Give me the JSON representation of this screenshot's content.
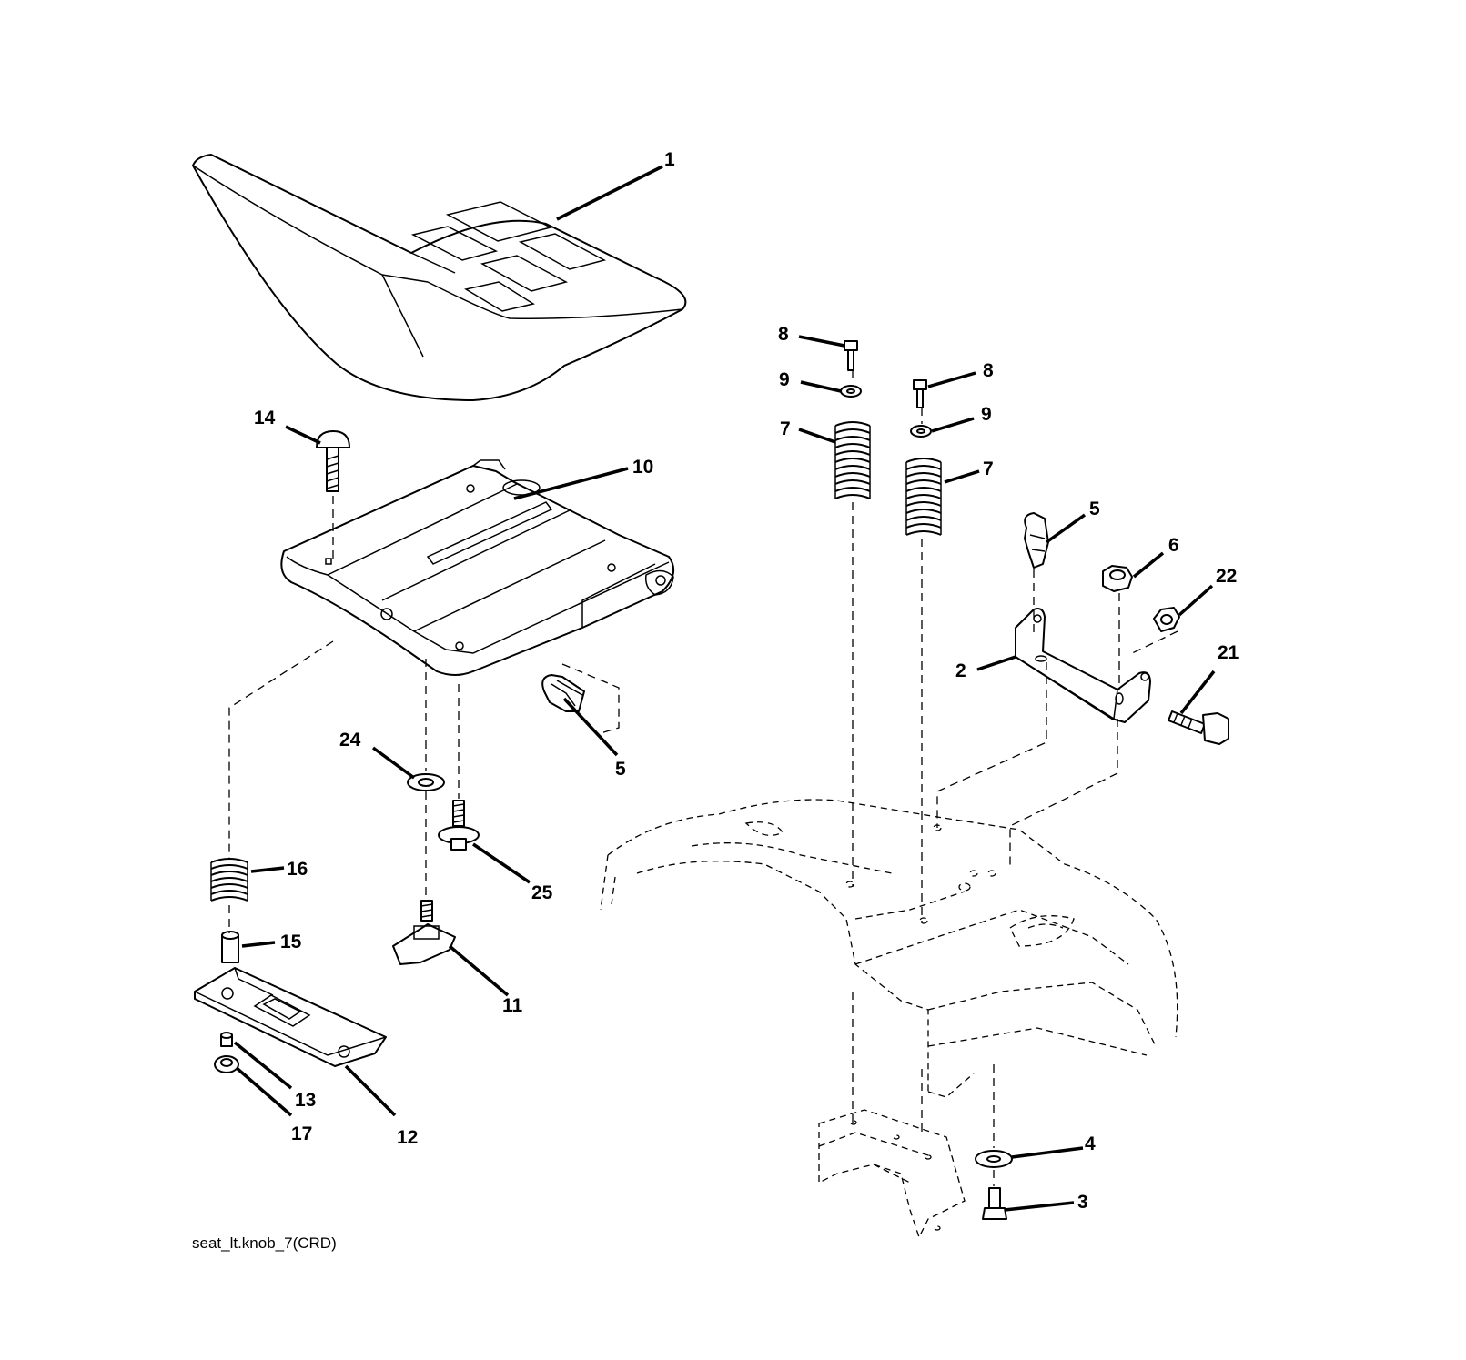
{
  "caption": "seat_lt.knob_7(CRD)",
  "callouts": [
    {
      "id": "c1",
      "label": "1",
      "part": "seat"
    },
    {
      "id": "c14",
      "label": "14",
      "part": "carriage bolt"
    },
    {
      "id": "c10",
      "label": "10",
      "part": "seat pan"
    },
    {
      "id": "c24",
      "label": "24",
      "part": "washer"
    },
    {
      "id": "c5a",
      "label": "5",
      "part": "clip"
    },
    {
      "id": "c25",
      "label": "25",
      "part": "shoulder bolt"
    },
    {
      "id": "c16",
      "label": "16",
      "part": "spring"
    },
    {
      "id": "c15",
      "label": "15",
      "part": "spacer"
    },
    {
      "id": "c11",
      "label": "11",
      "part": "knob"
    },
    {
      "id": "c13",
      "label": "13",
      "part": "bushing"
    },
    {
      "id": "c17",
      "label": "17",
      "part": "nut"
    },
    {
      "id": "c12",
      "label": "12",
      "part": "slide plate"
    },
    {
      "id": "c8a",
      "label": "8",
      "part": "bolt"
    },
    {
      "id": "c9a",
      "label": "9",
      "part": "washer"
    },
    {
      "id": "c7a",
      "label": "7",
      "part": "spring"
    },
    {
      "id": "c8b",
      "label": "8",
      "part": "bolt"
    },
    {
      "id": "c9b",
      "label": "9",
      "part": "washer"
    },
    {
      "id": "c7b",
      "label": "7",
      "part": "spring"
    },
    {
      "id": "c5b",
      "label": "5",
      "part": "clip"
    },
    {
      "id": "c6",
      "label": "6",
      "part": "nut"
    },
    {
      "id": "c22",
      "label": "22",
      "part": "nut"
    },
    {
      "id": "c2",
      "label": "2",
      "part": "bracket"
    },
    {
      "id": "c21",
      "label": "21",
      "part": "bolt"
    },
    {
      "id": "c4",
      "label": "4",
      "part": "washer"
    },
    {
      "id": "c3",
      "label": "3",
      "part": "bolt"
    }
  ]
}
